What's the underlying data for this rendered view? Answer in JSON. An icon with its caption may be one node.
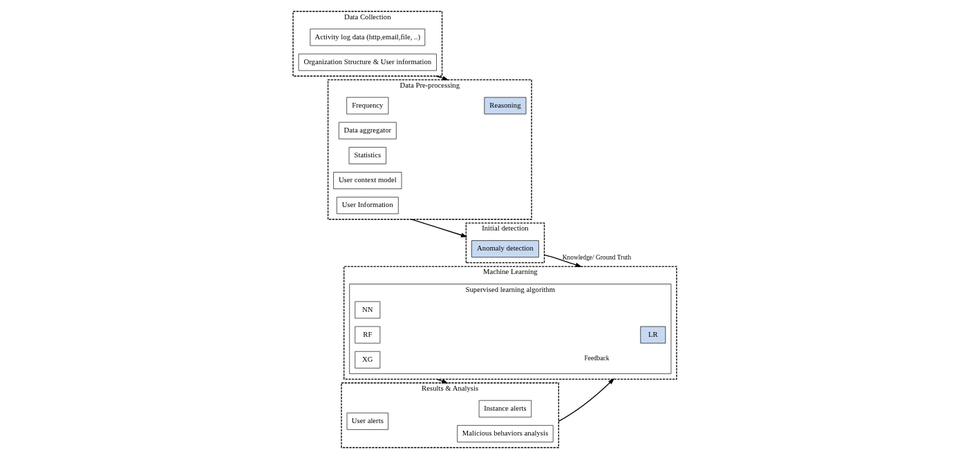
{
  "diagram": {
    "nodes": [
      {
        "text": [
          "Data Collection"
        ]
      },
      {
        "text": [
          "Activity log data (http,email,file, ..)"
        ],
        "in": 0
      },
      {
        "text": [
          "Organization Structure & User information"
        ],
        "in": 0
      },
      {
        "text": [
          "Data Pre-processing"
        ]
      },
      {
        "text": [
          "Reasoning"
        ],
        "in": 3
      },
      {
        "text": [
          "Frequency"
        ],
        "in": 3
      },
      {
        "text": [
          "Data aggregator"
        ],
        "in": 3
      },
      {
        "text": [
          "Statistics"
        ],
        "in": 3
      },
      {
        "text": [
          "User context model"
        ],
        "in": 3
      },
      {
        "text": [
          "User Information"
        ],
        "in": 3
      },
      {
        "text": [
          "Initial detection"
        ]
      },
      {
        "text": [
          "Anomaly detection"
        ],
        "in": 10
      },
      {
        "text": [
          "Machine Learning"
        ]
      },
      {
        "text": [
          "Supervised learning algorithm"
        ],
        "in": 12
      },
      {
        "text": [
          "LR"
        ],
        "in": 13
      },
      {
        "text": [
          "NN"
        ],
        "in": 13
      },
      {
        "text": [
          "RF"
        ],
        "in": 13
      },
      {
        "text": [
          "XG"
        ],
        "in": 13
      },
      {
        "text": [
          "Results & Analysis"
        ]
      },
      {
        "text": [
          "Instance alerts"
        ],
        "in": 18
      },
      {
        "text": [
          "User alerts"
        ],
        "in": 18
      },
      {
        "text": [
          "Malicious behaviors analysis"
        ],
        "in": 18
      }
    ],
    "edges": [
      {
        "from": 0,
        "to": 3,
        "arrow": "to"
      },
      {
        "from": 3,
        "to": 10,
        "arrow": "to"
      },
      {
        "from": 10,
        "to": 12,
        "arrow": "to",
        "label": "Knowledge/ Ground Truth"
      },
      {
        "from": 12,
        "to": 18,
        "arrow": "to"
      },
      {
        "from": 18,
        "to": 12,
        "arrow": "to",
        "label": "Feedback"
      }
    ]
  }
}
